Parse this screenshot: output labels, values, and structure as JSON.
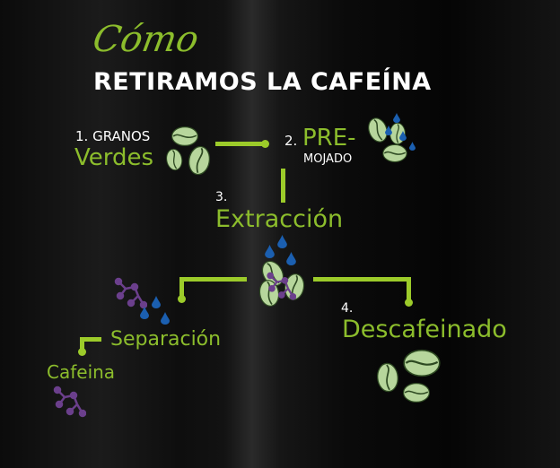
{
  "title": {
    "script": "Cómo",
    "main": "RETIRAMOS LA CAFEÍNA"
  },
  "steps": {
    "step1": {
      "number_label": "1. GRANOS",
      "name": "Verdes"
    },
    "step2": {
      "number": "2.",
      "name": "PRE-",
      "name2": "MOJADO"
    },
    "step3": {
      "number": "3.",
      "name": "Extracción"
    },
    "step4": {
      "number": "4.",
      "name": "Descafeinado"
    },
    "separation": {
      "name": "Separación"
    },
    "caffeine": {
      "name": "Cafeina"
    }
  },
  "colors": {
    "accent": "#8cbd2c",
    "line": "#9ccb2a",
    "bean": "#b7d69c",
    "drop": "#1b5fb0",
    "molecule": "#6b3f8c"
  }
}
